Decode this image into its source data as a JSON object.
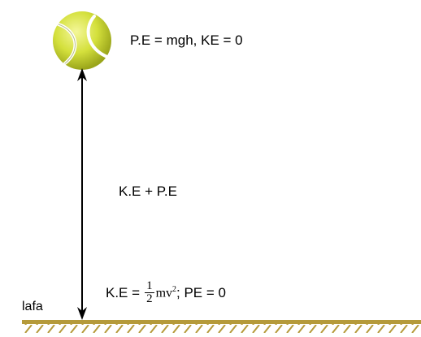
{
  "labels": {
    "top": "P.E = mgh, KE = 0",
    "middle": "K.E + P.E",
    "ground": "lafa",
    "bottom_prefix": "K.E =",
    "frac_num": "1",
    "frac_den": "2",
    "mv": "mv",
    "exponent": "2",
    "bottom_suffix": "; PE = 0"
  },
  "colors": {
    "ball": "#d4e03c",
    "ground": "#b59a3a"
  },
  "icons": {
    "ball": "tennis-ball-icon",
    "arrow": "double-arrow-icon"
  }
}
